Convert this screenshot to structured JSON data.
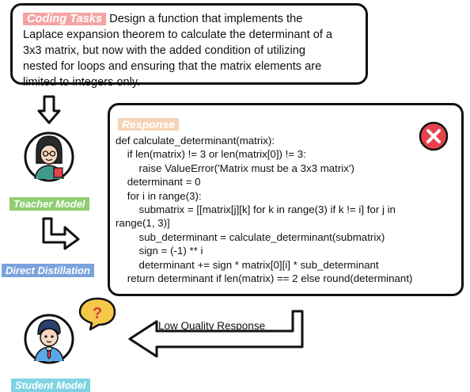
{
  "task": {
    "tag": "Coding Tasks",
    "lines": [
      "Design a function that implements the",
      "Laplace expansion theorem to calculate the determinant of a",
      "3x3 matrix, but now with the added condition of utilizing",
      "nested for loops and ensuring that the matrix elements are",
      "limited to integers only."
    ]
  },
  "response": {
    "tag": "Response",
    "code_lines": [
      "def calculate_determinant(matrix):",
      "    if len(matrix) != 3 or len(matrix[0]) != 3:",
      "        raise ValueError('Matrix must be a 3x3 matrix')",
      "    determinant = 0",
      "    for i in range(3):",
      "        submatrix = [[matrix[j][k] for k in range(3) if k != i] for j in",
      "range(1, 3)]",
      "        sub_determinant = calculate_determinant(submatrix)",
      "        sign = (-1) ** i",
      "        determinant += sign * matrix[0][i] * sub_determinant",
      "    return determinant if len(matrix) == 2 else round(determinant)"
    ]
  },
  "labels": {
    "teacher": "Teacher Model",
    "direct": "Direct Distillation",
    "student": "Student Model",
    "low_quality": "Low Quality Response"
  },
  "colors": {
    "coding_tag": "#f4a3a3",
    "response_tag": "#f5d3b5",
    "teacher_label": "#8fce73",
    "direct_label": "#7aa2dd",
    "student_label": "#7fd3e2",
    "error_icon": "#e8414d",
    "question_bubble": "#f6c84a"
  },
  "icons": [
    "down-arrow-icon",
    "teacher-avatar-icon",
    "bent-arrow-icon",
    "error-x-icon",
    "question-bubble-icon",
    "student-avatar-icon",
    "left-arrow-icon"
  ]
}
